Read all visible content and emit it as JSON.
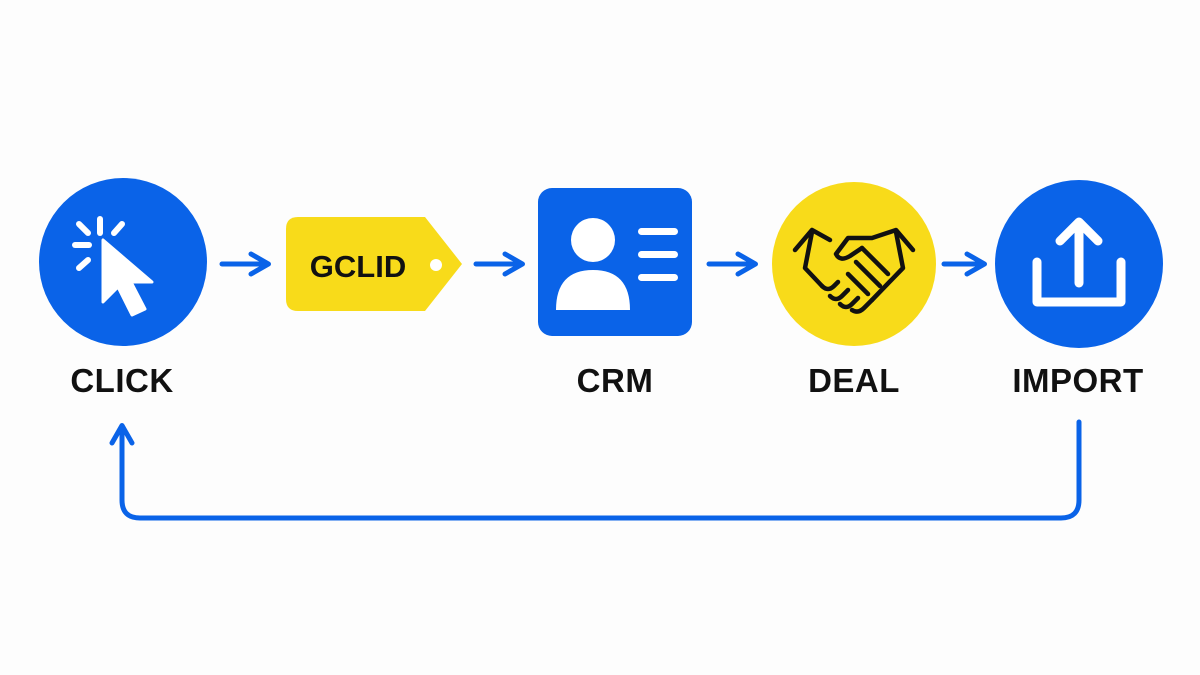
{
  "colors": {
    "primary_blue": "#0a63e8",
    "accent_yellow": "#f8db1a",
    "ink": "#111111",
    "background": "#fdfdfd"
  },
  "steps": [
    {
      "id": "click",
      "label": "CLICK",
      "icon": "cursor-click-icon",
      "shape": "circle",
      "fill": "#0a63e8"
    },
    {
      "id": "gclid",
      "label": "GCLID",
      "icon": "tag-icon",
      "shape": "tag",
      "fill": "#f8db1a"
    },
    {
      "id": "crm",
      "label": "CRM",
      "icon": "contact-card-icon",
      "shape": "rounded-square",
      "fill": "#0a63e8"
    },
    {
      "id": "deal",
      "label": "DEAL",
      "icon": "handshake-icon",
      "shape": "circle",
      "fill": "#f8db1a"
    },
    {
      "id": "import",
      "label": "IMPORT",
      "icon": "upload-icon",
      "shape": "circle",
      "fill": "#0a63e8"
    }
  ],
  "connectors": [
    {
      "from": "click",
      "to": "gclid",
      "direction": "right"
    },
    {
      "from": "gclid",
      "to": "crm",
      "direction": "right"
    },
    {
      "from": "crm",
      "to": "deal",
      "direction": "right"
    },
    {
      "from": "deal",
      "to": "import",
      "direction": "right"
    },
    {
      "from": "import",
      "to": "click",
      "direction": "loop-back"
    }
  ]
}
